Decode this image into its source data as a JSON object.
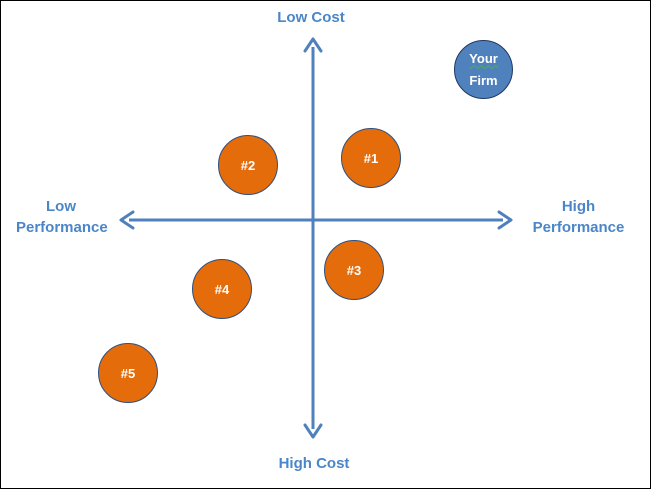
{
  "colors": {
    "axis": "#4f81bd",
    "label_text": "#4a86c8",
    "competitor_fill": "#e46c0a",
    "competitor_stroke": "#2f4f7f",
    "firm_fill": "#4f81bd",
    "firm_stroke": "#1f3864"
  },
  "axes": {
    "top_label": "Low Cost",
    "bottom_label": "High Cost",
    "left_label": [
      "Low",
      "Performance"
    ],
    "right_label": [
      "High",
      "Performance"
    ]
  },
  "firm": {
    "label": [
      "Your",
      "Firm"
    ]
  },
  "competitors": [
    {
      "label": "#1"
    },
    {
      "label": "#2"
    },
    {
      "label": "#3"
    },
    {
      "label": "#4"
    },
    {
      "label": "#5"
    }
  ]
}
